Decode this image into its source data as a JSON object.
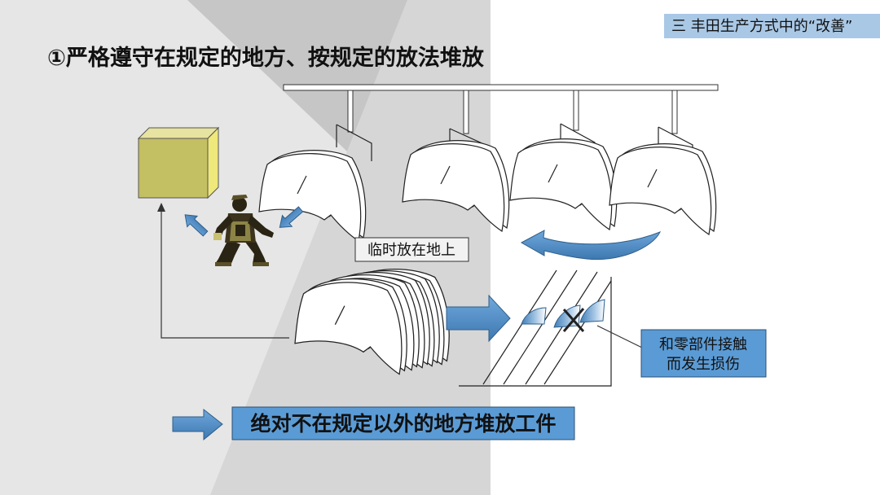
{
  "slide": {
    "section_tag": "三 丰田生产方式中的“改善”",
    "title": "①严格遵守在规定的地方、按规定的放法堆放"
  },
  "diagram": {
    "label_temporary_floor": "临时放在地上",
    "label_damage": [
      "和零部件接触",
      "而发生损伤"
    ],
    "conclusion": "绝对不在规定以外的地方堆放工件"
  },
  "colors": {
    "section_tag_bg": "#a9c8e6",
    "accent_blue": "#5b9bd5",
    "arrow_blue": "#4a87bd",
    "storage_box": "#c3bf63"
  },
  "icons": [
    "storage-box",
    "worker-figure",
    "hanging-part",
    "stacked-parts",
    "swap-arrow",
    "cross-mark"
  ]
}
